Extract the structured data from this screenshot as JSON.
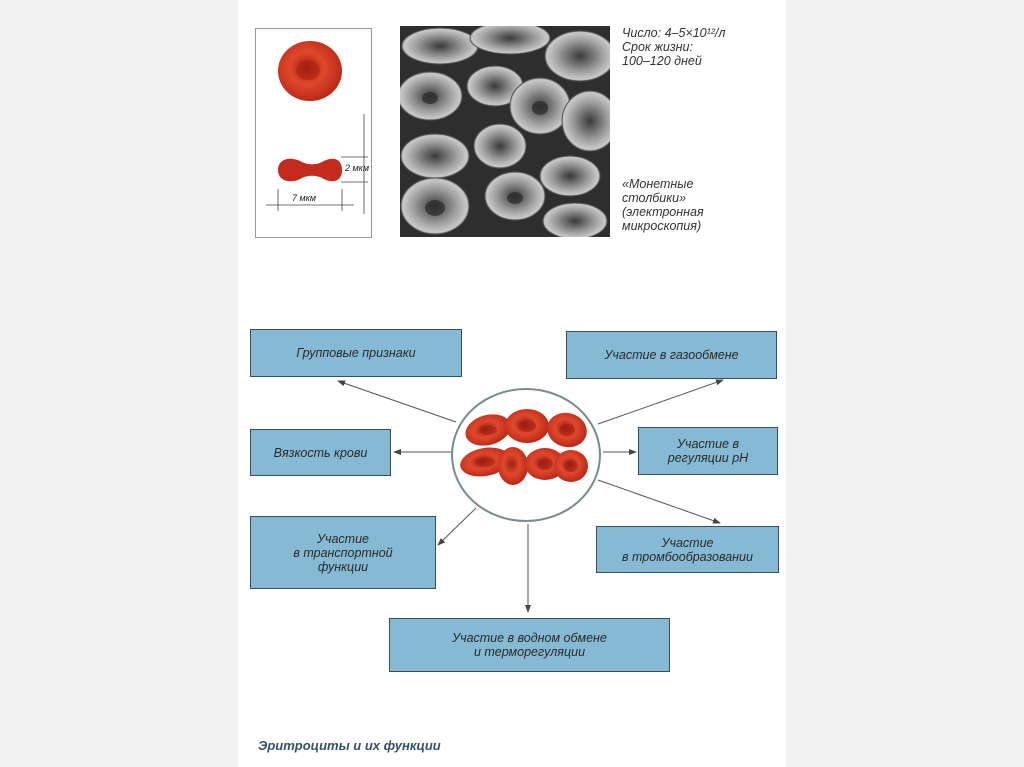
{
  "top": {
    "dim_thickness": "2 мкм",
    "dim_diameter": "7 мкм",
    "info_count": "Число: 4–5×10¹²/л",
    "info_life_label": "Срок жизни:",
    "info_life_value": "100–120 дней",
    "coins_line1": "«Монетные",
    "coins_line2": "столбики»",
    "coins_line3": "(электронная",
    "coins_line4": "микроскопия)"
  },
  "diagram": {
    "boxes": {
      "group": "Групповые признаки",
      "viscosity": "Вязкость крови",
      "transport": "Участие\nв транспортной\nфункции",
      "water": "Участие в водном обмене\nи терморегуляции",
      "gas": "Участие в газообмене",
      "ph": "Участие в\nрегуляции pH",
      "thrombo": "Участие\nв тромбообразовании"
    }
  },
  "caption": "Эритроциты и их функции",
  "colors": {
    "box_fill": "#86b9d3",
    "box_border": "#3a4e5a",
    "cell_red": "#c4311f"
  }
}
